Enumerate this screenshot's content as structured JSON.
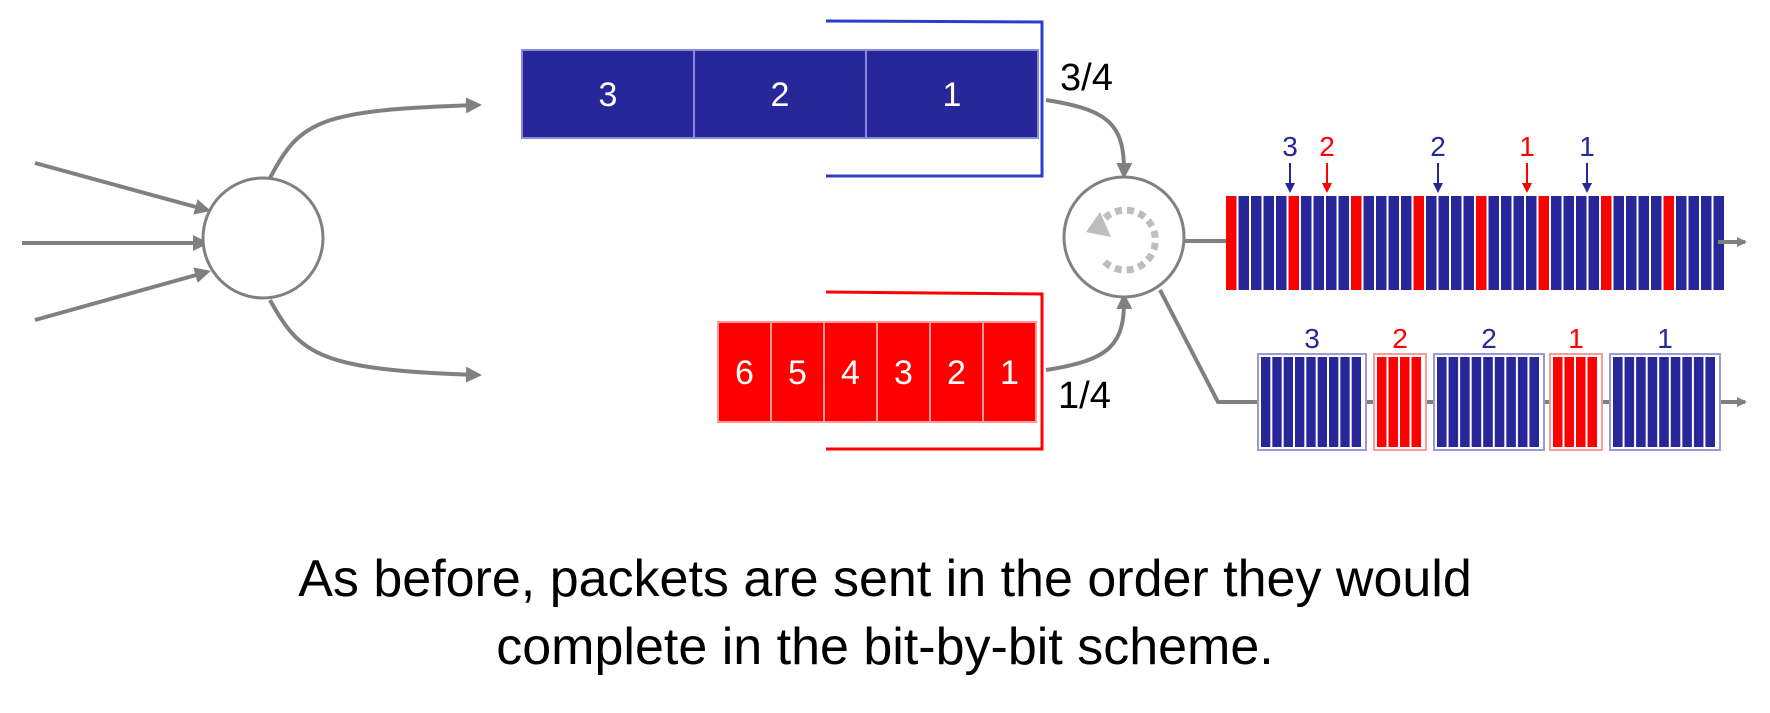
{
  "colors": {
    "blue": "#27279a",
    "red": "#ff0000",
    "gray": "#808080",
    "light_gray": "#bdbdbd"
  },
  "blue_queue": {
    "packets": [
      "3",
      "2",
      "1"
    ],
    "weight": "3/4"
  },
  "red_queue": {
    "packets": [
      "6",
      "5",
      "4",
      "3",
      "2",
      "1"
    ],
    "weight": "1/4"
  },
  "bit_stream": {
    "markers": [
      {
        "label": "3",
        "color": "blue"
      },
      {
        "label": "2",
        "color": "red"
      },
      {
        "label": "2",
        "color": "blue"
      },
      {
        "label": "1",
        "color": "red"
      },
      {
        "label": "1",
        "color": "blue"
      }
    ]
  },
  "packet_stream": {
    "packets": [
      {
        "label": "3",
        "color": "blue"
      },
      {
        "label": "2",
        "color": "red"
      },
      {
        "label": "2",
        "color": "blue"
      },
      {
        "label": "1",
        "color": "red"
      },
      {
        "label": "1",
        "color": "blue"
      }
    ]
  },
  "caption": {
    "line1": "As before, packets are sent in the order they would",
    "line2": "complete in the bit-by-bit scheme."
  }
}
